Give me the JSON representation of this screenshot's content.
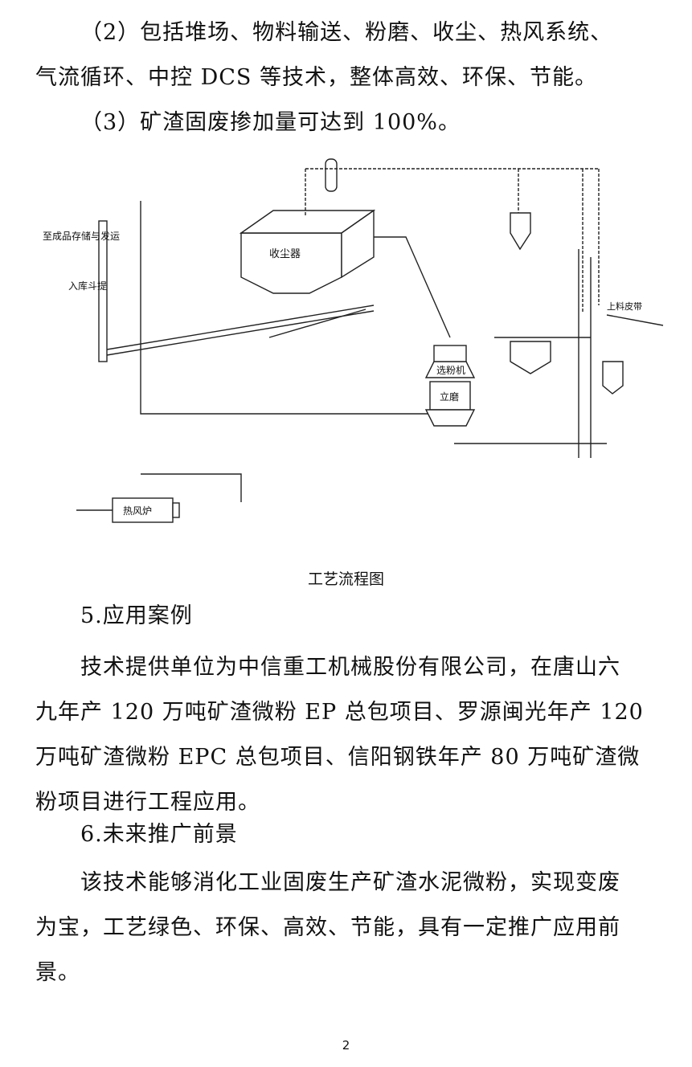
{
  "paragraphs": {
    "p1_line1": "（2）包括堆场、物料输送、粉磨、收尘、热风系统、",
    "p1_line2": "气流循环、中控 DCS 等技术，整体高效、环保、节能。",
    "p2_line1": "（3）矿渣固废掺加量可达到 100%。"
  },
  "figure": {
    "caption": "工艺流程图",
    "labels": {
      "dust_collector": "收尘器",
      "separator": "选粉机",
      "vertical_mill": "立磨",
      "hot_air_furnace": "热风炉",
      "bucket_elevator": "入库斗提",
      "to_storage": "至成品存储与发运",
      "feeding_belt": "上料皮带"
    }
  },
  "sections": {
    "s5_heading": "5.应用案例",
    "s5_line1": "技术提供单位为中信重工机械股份有限公司，在唐山六",
    "s5_line2": "九年产 120 万吨矿渣微粉 EP 总包项目、罗源闽光年产 120",
    "s5_line3": "万吨矿渣微粉 EPC 总包项目、信阳钢铁年产 80 万吨矿渣微",
    "s5_line4": "粉项目进行工程应用。",
    "s6_heading": "6.未来推广前景",
    "s6_line1": "该技术能够消化工业固废生产矿渣水泥微粉，实现变废",
    "s6_line2": "为宝，工艺绿色、环保、高效、节能，具有一定推广应用前",
    "s6_line3": "景。"
  },
  "page_number": "2"
}
